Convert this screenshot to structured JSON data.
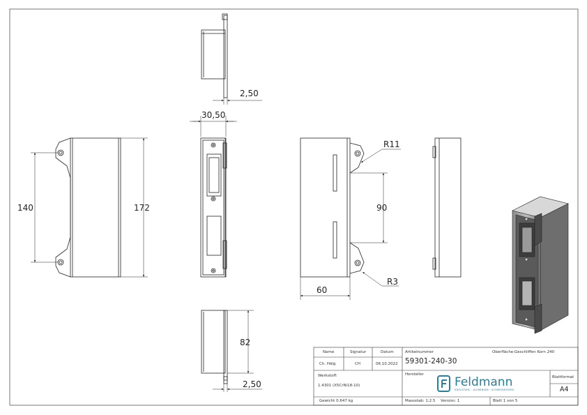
{
  "dimensions": {
    "side_top_thickness": "2,50",
    "side_bottom_thickness": "2,50",
    "side_width": "30,50",
    "hole_spacing": "140",
    "overall_height": "172",
    "slot_spacing": "90",
    "body_width": "60",
    "upper_radius": "R11",
    "lower_radius": "R3",
    "side_bottom_height": "82"
  },
  "title_block": {
    "name_label": "Name",
    "signature_label": "Signatur",
    "date_label": "Datum",
    "name_value": "Ch. Hälg",
    "signature_value": "CH",
    "date_value": "06.10.2022",
    "article_label": "Artikelnummer",
    "article_number": "59301-240-30",
    "surface_label": "Oberfläche:",
    "surface_value": "Geschliffen Korn 240",
    "material_label": "Werkstoff:",
    "material_value": "1.4301 (X5CrNi18-10)",
    "manufacturer_label": "Hersteller",
    "sheet_format_label": "Blattformat",
    "sheet_format_value": "A4",
    "weight_text": "Gewicht 0.647 kg",
    "scale_text": "Massstab: 1:2.5",
    "version_text": "Version: 1",
    "sheet_text": "Blatt 1 von 5",
    "logo_text": "Feldmann",
    "logo_subtext": "EDELSTAHL · ALUMINIUM · SCHMIEDEEISEN"
  },
  "colors": {
    "line": "#222222",
    "logo": "#2a7d9b",
    "iso_dark": "#3c3c3c",
    "iso_light": "#d8d8d8"
  }
}
